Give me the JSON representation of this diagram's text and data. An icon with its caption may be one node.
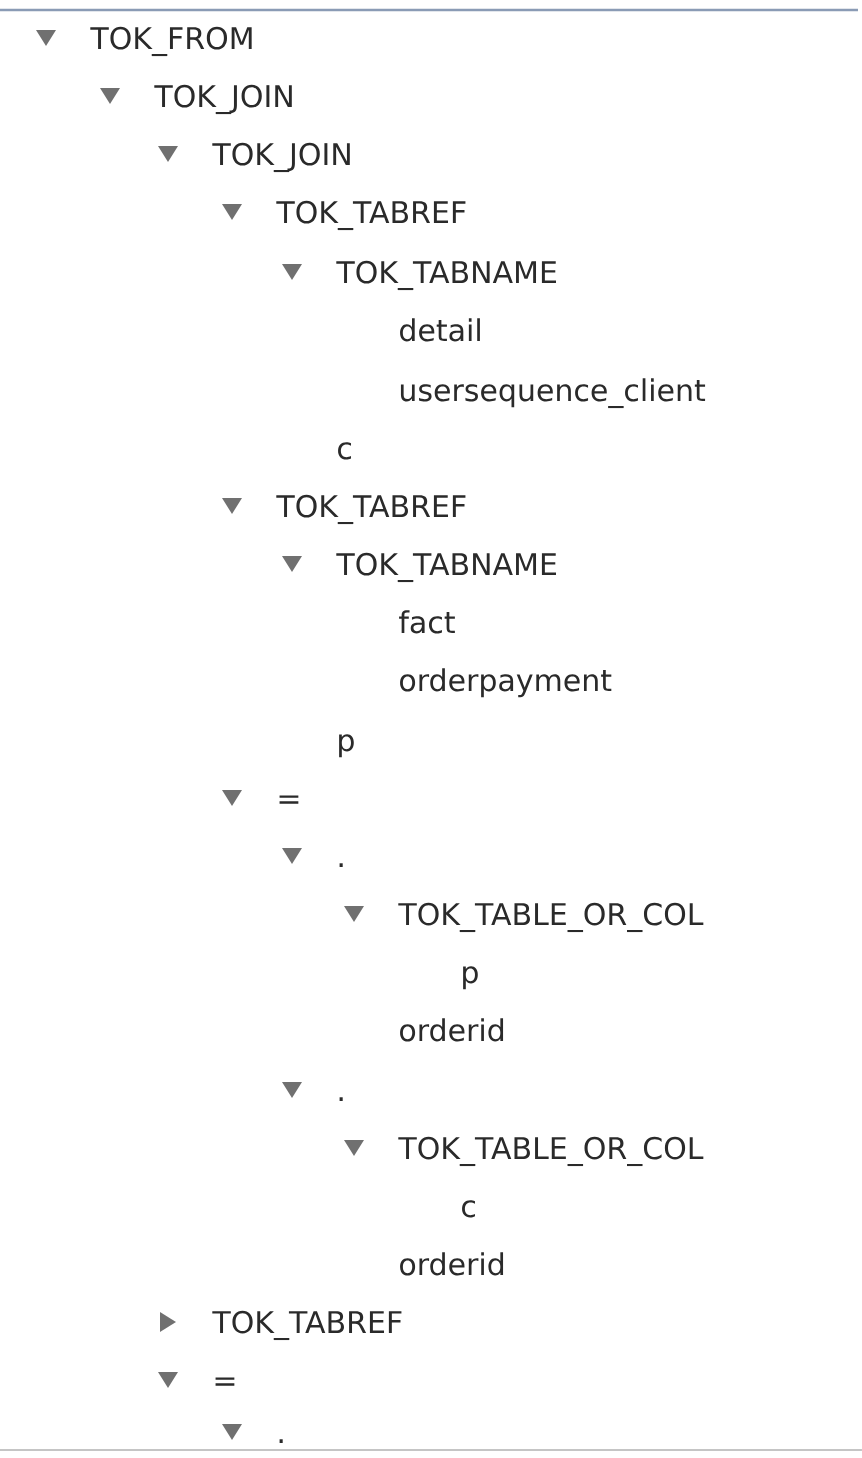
{
  "diagram": {
    "labels": [
      "TOK_FROM",
      "TOK_JOIN",
      "TOK_JOIN",
      "TOK_TABREF",
      "TOK_TABNAME",
      "detail",
      "usersequence_client",
      "c",
      "TOK_TABREF",
      "TOK_TABNAME",
      "fact",
      "orderpayment",
      "p",
      "=",
      ".",
      "TOK_TABLE_OR_COL",
      "p",
      "orderid",
      ".",
      "TOK_TABLE_OR_COL",
      "c",
      "orderid",
      "TOK_TABREF",
      "=",
      "."
    ]
  }
}
